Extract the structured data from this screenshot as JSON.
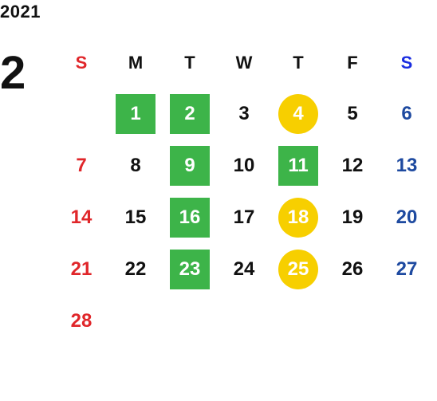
{
  "year": "2021",
  "month": "2",
  "weekdays": [
    "S",
    "M",
    "T",
    "W",
    "T",
    "F",
    "S"
  ],
  "weeks": [
    [
      "",
      "1",
      "2",
      "3",
      "4",
      "5",
      "6"
    ],
    [
      "7",
      "8",
      "9",
      "10",
      "11",
      "12",
      "13"
    ],
    [
      "14",
      "15",
      "16",
      "17",
      "18",
      "19",
      "20"
    ],
    [
      "21",
      "22",
      "23",
      "24",
      "25",
      "26",
      "27"
    ],
    [
      "28",
      "",
      "",
      "",
      "",
      "",
      ""
    ]
  ],
  "highlights": {
    "green": [
      "1",
      "2",
      "9",
      "11",
      "16",
      "23"
    ],
    "yellow": [
      "4",
      "18",
      "25"
    ]
  },
  "colors": {
    "sunday": "#e0262a",
    "saturday_header": "#1a2de0",
    "saturday": "#1e4aa0",
    "green_box": "#3db449",
    "yellow_circle": "#f7cf00"
  }
}
